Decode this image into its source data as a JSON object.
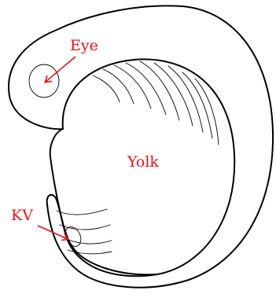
{
  "labels": {
    "eye": "Eye",
    "yolk": "Yolk",
    "kv": "KV"
  },
  "colors": {
    "outline": "#000000",
    "label": "#e8141c",
    "background": "#ffffff"
  }
}
